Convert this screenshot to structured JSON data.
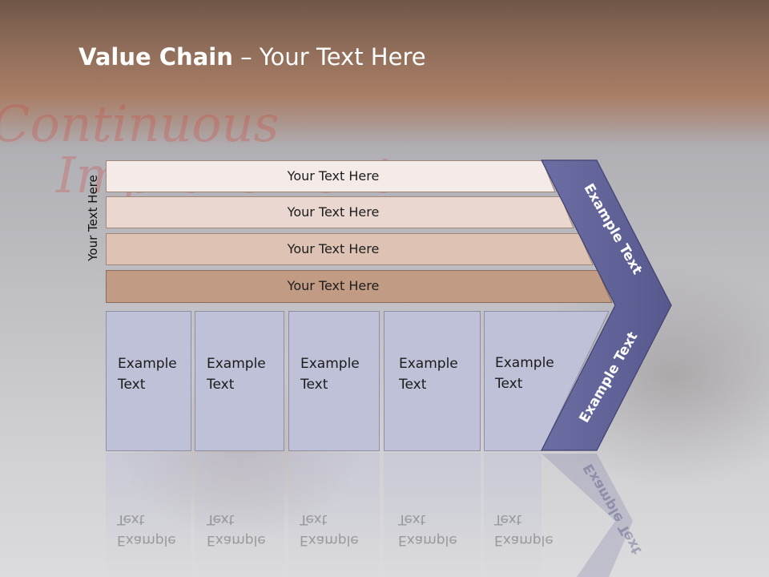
{
  "title": {
    "bold": "Value Chain",
    "rest": " – Your Text Here"
  },
  "background_words": [
    "Continuous",
    "Improvement"
  ],
  "side_label": "Your Text Here",
  "bars": [
    {
      "label": "Your Text Here",
      "color": "#f4ebe8"
    },
    {
      "label": "Your Text Here",
      "color": "#ead7d0"
    },
    {
      "label": "Your Text Here",
      "color": "#dec3b5"
    },
    {
      "label": "Your Text Here",
      "color": "#c29b84"
    }
  ],
  "cells": [
    {
      "line1": "Example",
      "line2": "Text"
    },
    {
      "line1": "Example",
      "line2": "Text"
    },
    {
      "line1": "Example",
      "line2": "Text"
    },
    {
      "line1": "Example",
      "line2": "Text"
    },
    {
      "line1": "Example",
      "line2": "Text"
    }
  ],
  "chevron": {
    "top_label": "Example Text",
    "bottom_label": "Example Text",
    "color": "#5f6196"
  },
  "reflection_label": "Example Text"
}
